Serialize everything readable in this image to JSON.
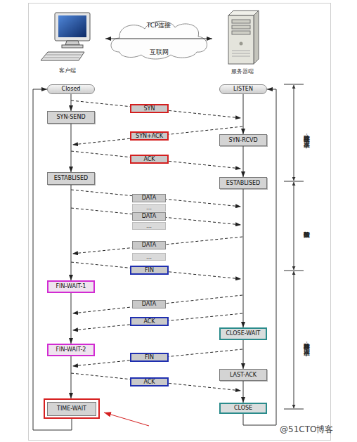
{
  "diagram": {
    "nodes": [
      {
        "text": [
          "TCP连接",
          "互联网"
        ]
      },
      {
        "text": [
          "Closed"
        ]
      },
      {
        "text": [
          "LISTEN"
        ]
      },
      {
        "text": [
          "SYN"
        ]
      },
      {
        "text": [
          "SYN-SEND"
        ]
      },
      {
        "text": [
          "SYN+ACK"
        ]
      },
      {
        "text": [
          "SYN-RCVD"
        ]
      },
      {
        "text": [
          "ACK"
        ]
      },
      {
        "text": [
          "ESTABLISED"
        ]
      },
      {
        "text": [
          "ESTABLISED"
        ]
      },
      {
        "text": [
          "DATA"
        ]
      },
      {
        "text": [
          "…"
        ]
      },
      {
        "text": [
          "DATA"
        ]
      },
      {
        "text": [
          "…"
        ]
      },
      {
        "text": [
          "DATA"
        ]
      },
      {
        "text": [
          "…"
        ]
      },
      {
        "text": [
          "FIN"
        ]
      },
      {
        "text": [
          "FIN-WAIT-1"
        ]
      },
      {
        "text": [
          "DATA"
        ]
      },
      {
        "text": [
          "ACK"
        ]
      },
      {
        "text": [
          "CLOSE-WAIT"
        ]
      },
      {
        "text": [
          "FIN-WAIT-2"
        ]
      },
      {
        "text": [
          "FIN"
        ]
      },
      {
        "text": [
          "LAST-ACK"
        ]
      },
      {
        "text": [
          "ACK"
        ]
      },
      {
        "text": [
          "TIME-WAIT"
        ]
      },
      {
        "text": [
          "CLOSE"
        ]
      }
    ],
    "edges": [
      {
        "from": 1,
        "to": 4,
        "arrow": "to"
      },
      {
        "from": 4,
        "to": 8,
        "arrow": "to"
      },
      {
        "from": 8,
        "to": 17,
        "arrow": "to"
      },
      {
        "from": 17,
        "to": 21,
        "arrow": "to"
      },
      {
        "from": 21,
        "to": 25,
        "arrow": "to"
      },
      {
        "from": 25,
        "to": 1,
        "arrow": "to"
      },
      {
        "from": 2,
        "to": 6,
        "arrow": "to"
      },
      {
        "from": 6,
        "to": 9,
        "arrow": "to"
      },
      {
        "from": 9,
        "to": 20,
        "arrow": "to"
      },
      {
        "from": 20,
        "to": 23,
        "arrow": "to"
      },
      {
        "from": 23,
        "to": 26,
        "arrow": "to"
      },
      {
        "from": 26,
        "to": 2,
        "arrow": "to"
      }
    ],
    "labels": [
      "客户端",
      "服务器端",
      "连接建立阶段：三次握手",
      "数据传输阶段",
      "连接释放阶段：四次握手",
      "@51CTO博客"
    ]
  }
}
